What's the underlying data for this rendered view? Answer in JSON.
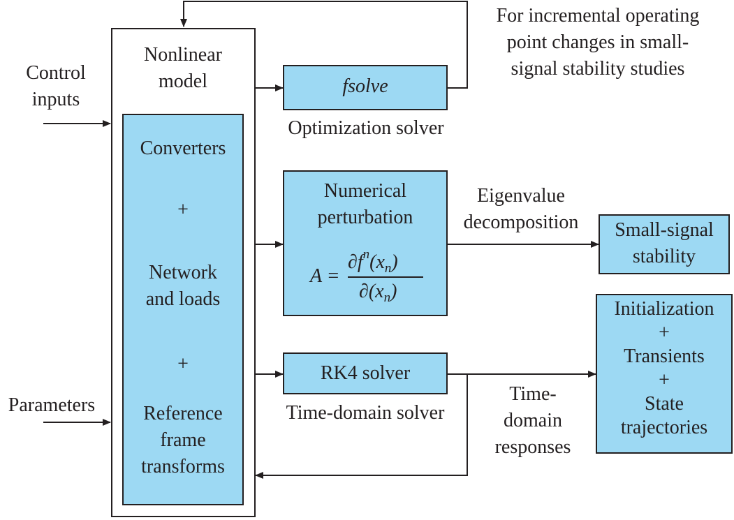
{
  "left_inputs": {
    "control_inputs": [
      "Control",
      "inputs"
    ],
    "parameters": "Parameters"
  },
  "nonlinear_model": {
    "title": [
      "Nonlinear",
      "model"
    ],
    "components": {
      "converters": "Converters",
      "plus_1": "+",
      "network": [
        "Network",
        "and loads"
      ],
      "plus_2": "+",
      "reference": [
        "Reference",
        "frame",
        "transforms"
      ]
    }
  },
  "optimization": {
    "box_label": "fsolve",
    "caption": "Optimization solver",
    "feedback_note": [
      "For incremental operating",
      "point changes in small-",
      "signal stability studies"
    ]
  },
  "perturbation": {
    "title": [
      "Numerical",
      "perturbation"
    ],
    "formula": {
      "lhs": "A =",
      "numerator_f": "∂f",
      "numerator_sup": "n",
      "numerator_arg": "(x",
      "numerator_sub": "n",
      "numerator_close": ")",
      "denominator_arg": "∂(x",
      "denominator_sub": "n",
      "denominator_close": ")"
    },
    "edge_label": [
      "Eigenvalue",
      "decomposition"
    ]
  },
  "small_signal": {
    "label": [
      "Small-signal",
      "stability"
    ]
  },
  "rk4": {
    "box_label": "RK4 solver",
    "caption": "Time-domain solver",
    "edge_label": [
      "Time-",
      "domain",
      "responses"
    ]
  },
  "outputs": {
    "lines": [
      "Initialization",
      "+",
      "Transients",
      "+",
      "State",
      "trajectories"
    ]
  }
}
